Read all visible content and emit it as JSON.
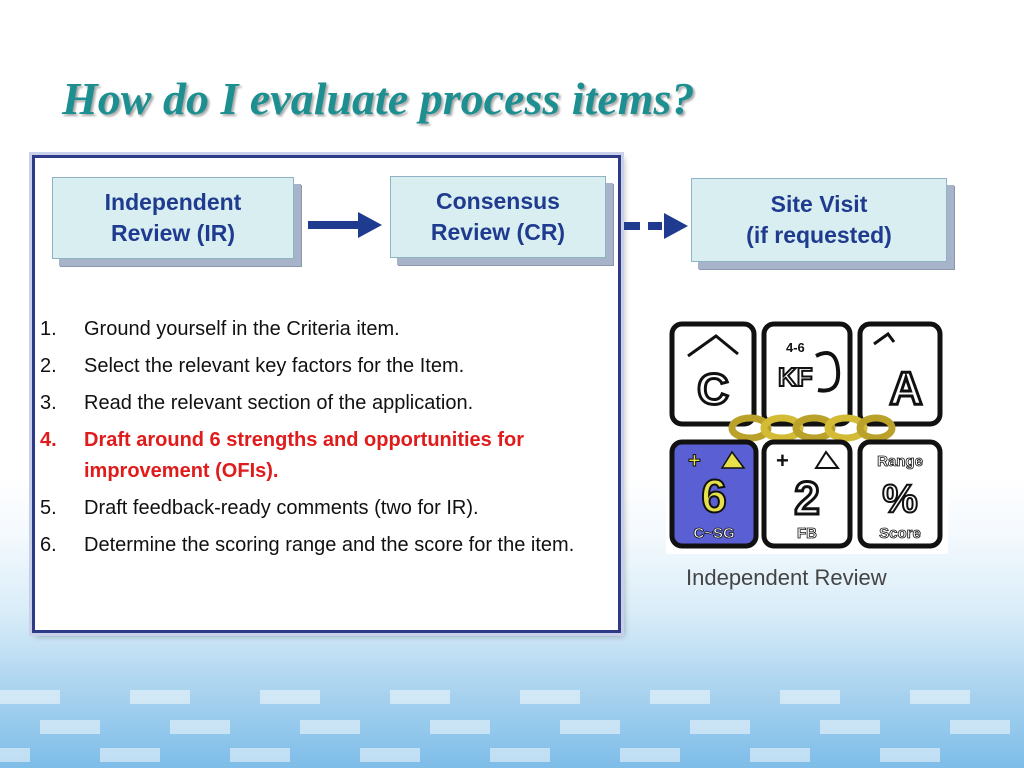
{
  "title": "How do I evaluate process items?",
  "flow": {
    "independent_review": {
      "line1": "Independent",
      "line2": "Review (IR)"
    },
    "consensus_review": {
      "line1": "Consensus",
      "line2": "Review (CR)"
    },
    "site_visit": {
      "line1": "Site Visit",
      "line2": "(if requested)"
    }
  },
  "steps": [
    {
      "num": "1.",
      "text": "Ground yourself in the Criteria item."
    },
    {
      "num": "2.",
      "text": "Select the relevant key factors for the Item."
    },
    {
      "num": "3.",
      "text": "Read the relevant section of the application."
    },
    {
      "num": "4.",
      "text": "Draft around 6 strengths and opportunities for improvement (OFIs)."
    },
    {
      "num": "5.",
      "text": "Draft feedback-ready comments (two for IR)."
    },
    {
      "num": "6.",
      "text": "Determine the scoring range and the score for the item."
    }
  ],
  "illustration": {
    "cards": [
      "C",
      "4-6 KF",
      "A",
      "6 C~SG",
      "2 FB",
      "Range % Score"
    ],
    "caption": "Independent Review"
  },
  "colors": {
    "title": "#1d8f91",
    "panel_border": "#2e3a87",
    "box_fill": "#d9eef0",
    "box_text": "#1f3b8f",
    "highlight": "#e01b1b"
  }
}
